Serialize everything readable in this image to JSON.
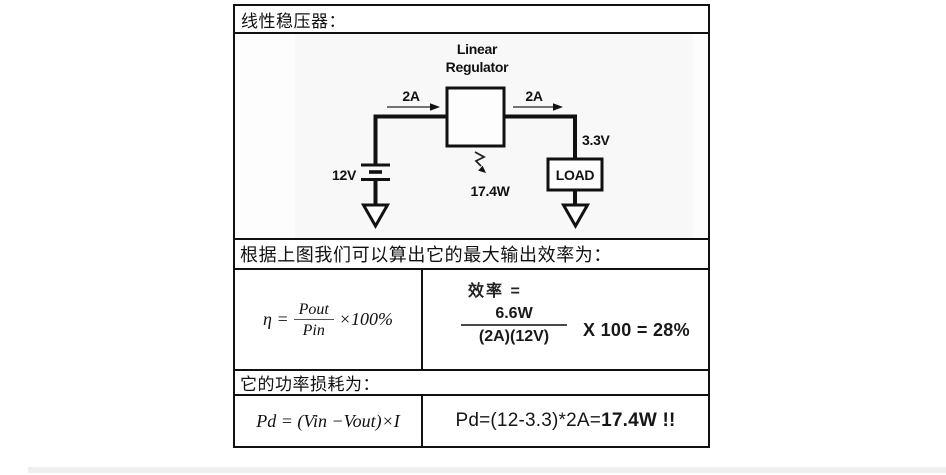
{
  "header": {
    "title": "线性稳压器："
  },
  "sections": {
    "efficiency_intro": "根据上图我们可以算出它的最大输出效率为：",
    "power_intro": "它的功率损耗为："
  },
  "diagram": {
    "regulator_line1": "Linear",
    "regulator_line2": "Regulator",
    "input_current": "2A",
    "output_current": "2A",
    "source_voltage": "12V",
    "output_voltage": "3.3V",
    "load": "LOAD",
    "dissipation": "17.4W"
  },
  "efficiency": {
    "formula": {
      "lhs": "η =",
      "numerator": "Pout",
      "denominator": "Pin",
      "suffix": "×100%"
    },
    "calc": {
      "label": "效率 =",
      "numerator": "6.6W",
      "denominator": "(2A)(12V)",
      "tail": "X 100 = 28%"
    }
  },
  "power": {
    "formula": "Pd = (Vin −Vout)×I",
    "calc_prefix": "Pd=(12-3.3)*2A=",
    "calc_result": "17.4W !!"
  },
  "colors": {
    "ink": "#1a1a1a",
    "border": "#111111",
    "fraction_bar": "#4a4a4a",
    "bottom_band": "#efefef"
  }
}
